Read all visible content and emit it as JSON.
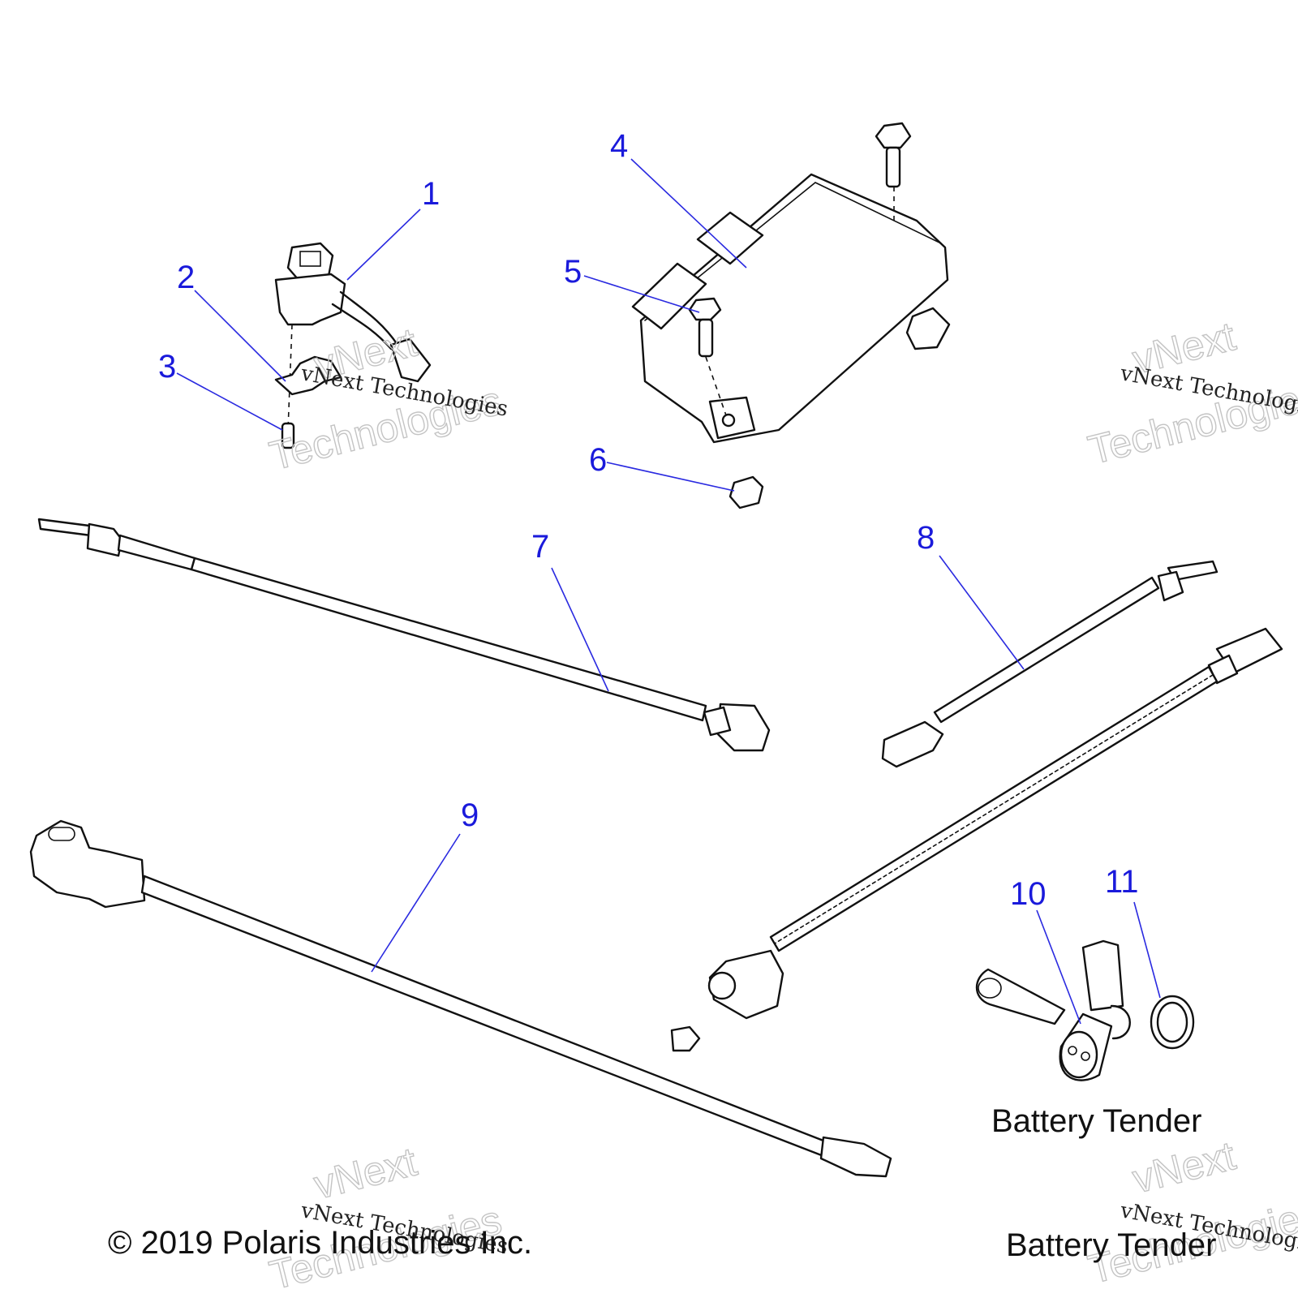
{
  "callouts": [
    {
      "number": "1"
    },
    {
      "number": "2"
    },
    {
      "number": "3"
    },
    {
      "number": "4"
    },
    {
      "number": "5"
    },
    {
      "number": "6"
    },
    {
      "number": "7"
    },
    {
      "number": "8"
    },
    {
      "number": "9"
    },
    {
      "number": "10"
    },
    {
      "number": "11"
    }
  ],
  "labels": {
    "battery_tender": "Battery Tender",
    "battery_tender_footer": "Battery Tender",
    "copyright": "© 2019 Polaris Industries Inc."
  },
  "watermark": {
    "brand_line_1": "vNext",
    "brand_line_2": "Technologies",
    "caption": "vNext Technologies"
  },
  "colors": {
    "callout": "#1a1adb",
    "line_art": "#111111",
    "watermark": "#c4c4c4"
  }
}
